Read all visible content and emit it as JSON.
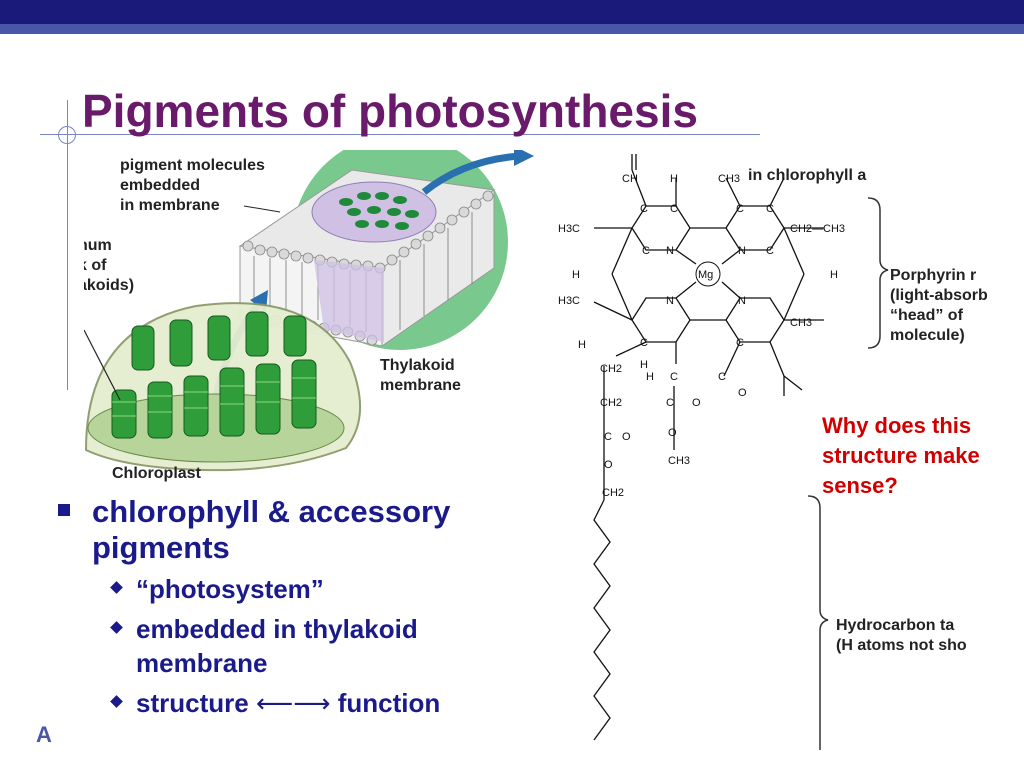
{
  "slide": {
    "title": "Pigments of photosynthesis",
    "footer_mark": "A",
    "question": "Why does this structure make sense?"
  },
  "figure": {
    "labels": {
      "pigment_molecules": [
        "pigment molecules",
        "embedded",
        "in membrane"
      ],
      "stack": [
        "num",
        "k of",
        "akoids)"
      ],
      "thylakoid_membrane": [
        "Thylakoid",
        "membrane"
      ],
      "chloroplast": "Chloroplast",
      "chlorophyll_a": "in chlorophyll a",
      "porphyrin": [
        "Porphyrin r",
        "(light-absorb",
        "“head” of",
        "molecule)"
      ],
      "hydrocarbon": [
        "Hydrocarbon ta",
        "(H atoms not sho"
      ]
    },
    "chem_atoms": {
      "mg": "Mg",
      "ch": "CH",
      "h": "H",
      "ch3": "CH3",
      "h3c": "H3C",
      "c": "C",
      "n": "N",
      "ch2": "CH2",
      "o": "O",
      "ch2_ch3": "CH2—CH3"
    },
    "colors": {
      "porphyrin_fill": "#79c98e",
      "chloroplast_green": "#2f9e3a",
      "membrane_fill": "#cfc0e4",
      "arrow_blue": "#2a6fb0"
    }
  },
  "bullets": [
    {
      "text": "chlorophyll & accessory pigments",
      "sub": [
        {
          "text": "“photosystem”"
        },
        {
          "text": "embedded in thylakoid membrane"
        },
        {
          "before": "structure ",
          "arrow": "⟵⟶",
          "after": " function"
        }
      ]
    }
  ]
}
